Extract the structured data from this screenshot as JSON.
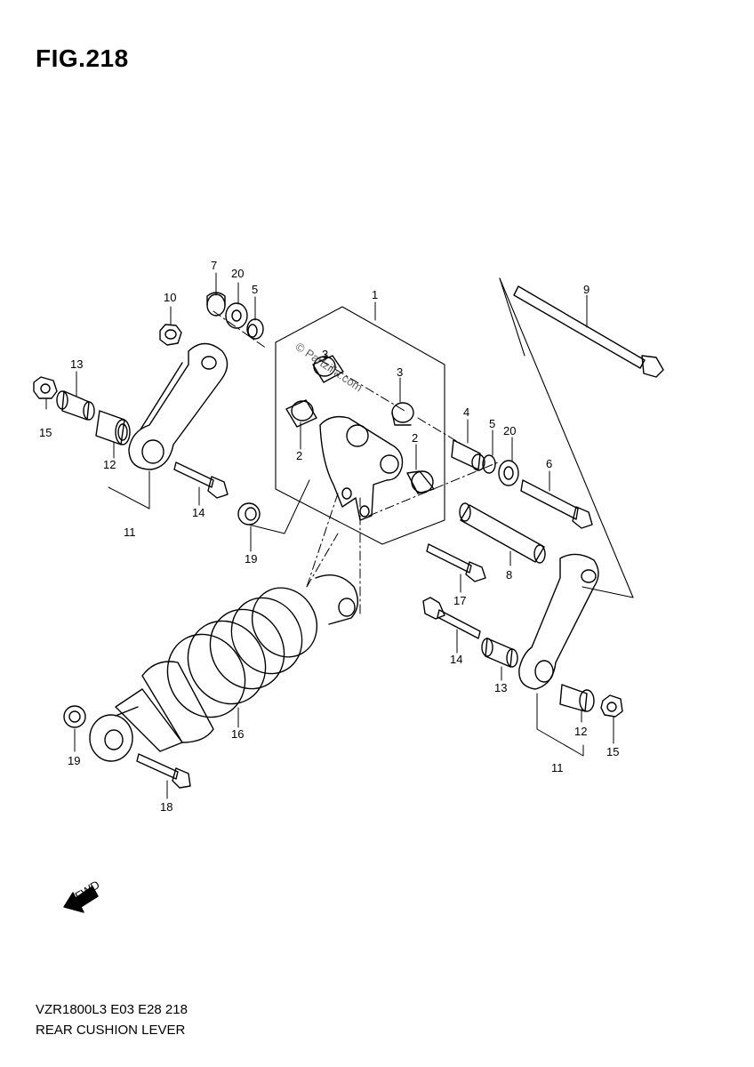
{
  "figure": {
    "title": "FIG.218",
    "model_line": "VZR1800L3  E03  E28  218",
    "name_line": "REAR CUSHION LEVER",
    "watermark": "© Partzilla.com",
    "fwd_label": "FWD"
  },
  "callouts": [
    {
      "id": "c1",
      "label": "1"
    },
    {
      "id": "c2a",
      "label": "2"
    },
    {
      "id": "c2b",
      "label": "2"
    },
    {
      "id": "c3a",
      "label": "3"
    },
    {
      "id": "c3b",
      "label": "3"
    },
    {
      "id": "c4",
      "label": "4"
    },
    {
      "id": "c5a",
      "label": "5"
    },
    {
      "id": "c5b",
      "label": "5"
    },
    {
      "id": "c6",
      "label": "6"
    },
    {
      "id": "c7",
      "label": "7"
    },
    {
      "id": "c8",
      "label": "8"
    },
    {
      "id": "c9",
      "label": "9"
    },
    {
      "id": "c10",
      "label": "10"
    },
    {
      "id": "c11a",
      "label": "11"
    },
    {
      "id": "c11b",
      "label": "11"
    },
    {
      "id": "c12a",
      "label": "12"
    },
    {
      "id": "c12b",
      "label": "12"
    },
    {
      "id": "c13a",
      "label": "13"
    },
    {
      "id": "c13b",
      "label": "13"
    },
    {
      "id": "c14a",
      "label": "14"
    },
    {
      "id": "c14b",
      "label": "14"
    },
    {
      "id": "c15a",
      "label": "15"
    },
    {
      "id": "c15b",
      "label": "15"
    },
    {
      "id": "c16",
      "label": "16"
    },
    {
      "id": "c17",
      "label": "17"
    },
    {
      "id": "c18",
      "label": "18"
    },
    {
      "id": "c19a",
      "label": "19"
    },
    {
      "id": "c19b",
      "label": "19"
    },
    {
      "id": "c20a",
      "label": "20"
    },
    {
      "id": "c20b",
      "label": "20"
    }
  ]
}
